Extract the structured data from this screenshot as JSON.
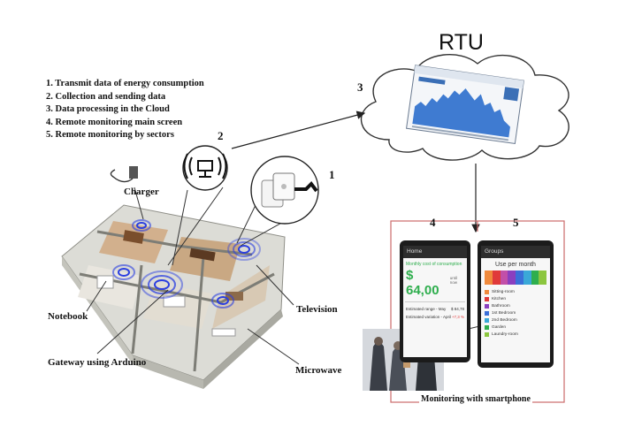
{
  "steps": [
    "1. Transmit data of energy consumption",
    "2. Collection and sending data",
    "3. Data processing in the Cloud",
    "4. Remote monitoring main screen",
    "5. Remote monitoring by sectors"
  ],
  "cloud": {
    "title": "RTU",
    "step": "3"
  },
  "callouts": {
    "step1": "1",
    "step2": "2",
    "step4": "4",
    "step5": "5"
  },
  "labels": {
    "charger": "Charger",
    "notebook": "Notebook",
    "gateway": "Gateway using Arduino",
    "television": "Television",
    "microwave": "Microwave",
    "monitoring": "Monitoring with smartphone"
  },
  "phone_home": {
    "title": "Home",
    "subtitle": "Monthly cost of consumption",
    "amount": "$ 64,00",
    "amount_suffix": "until now",
    "range_label": "Estimated range - May",
    "range_value": "$ 84,78",
    "variation_label": "Estimated variation - April",
    "variation_value": "+7,3 %"
  },
  "phone_groups": {
    "title": "Groups",
    "heading": "Use per month",
    "sectors": [
      {
        "name": "Sitting-room",
        "color": "#f08a3c"
      },
      {
        "name": "Kitchen",
        "color": "#e03a3a"
      },
      {
        "name": "Bathroom",
        "color": "#8a3fbf"
      },
      {
        "name": "1st Bedroom",
        "color": "#3a6fd8"
      },
      {
        "name": "2nd Bedroom",
        "color": "#3aa8d8"
      },
      {
        "name": "Garden",
        "color": "#2fae4e"
      },
      {
        "name": "Laundry-room",
        "color": "#8cc63f"
      }
    ],
    "bar_colors": [
      "#f08a3c",
      "#e03a3a",
      "#c24fa8",
      "#8a3fbf",
      "#3a6fd8",
      "#3aa8d8",
      "#2fae4e",
      "#8cc63f"
    ]
  },
  "colors": {
    "accent_green": "#2fae4e",
    "frame_red": "#cc6c6c",
    "wifi_blue": "#2b3fe0"
  }
}
